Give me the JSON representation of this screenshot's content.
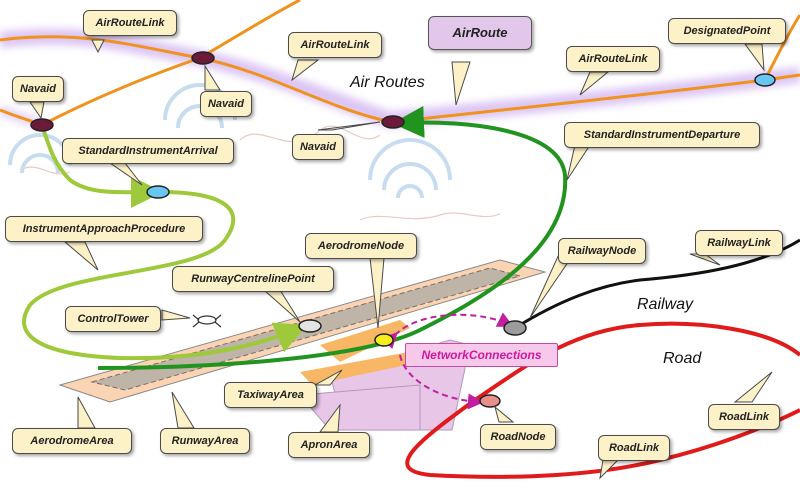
{
  "region_labels": {
    "air_routes": "Air Routes",
    "railway": "Railway",
    "road": "Road"
  },
  "callouts": {
    "airroutelink_1": "AirRouteLink",
    "airroutelink_2": "AirRouteLink",
    "airroutelink_3": "AirRouteLink",
    "airroute": "AirRoute",
    "designatedpoint": "DesignatedPoint",
    "navaid_1": "Navaid",
    "navaid_2": "Navaid",
    "navaid_3": "Navaid",
    "standardinstrumentarrival": "StandardInstrumentArrival",
    "standardinstrumentdeparture": "StandardInstrumentDeparture",
    "instrumentapproachprocedure": "InstrumentApproachProcedure",
    "aerodromenode": "AerodromeNode",
    "runwaycentrelinepoint": "RunwayCentrelinePoint",
    "controltower": "ControlTower",
    "railwaynode": "RailwayNode",
    "railwaylink": "RailwayLink",
    "networkconnections": "NetworkConnections",
    "taxiwayarea": "TaxiwayArea",
    "aerodromearea": "AerodromeArea",
    "runwayarea": "RunwayArea",
    "apronarea": "ApronArea",
    "roadnode": "RoadNode",
    "roadlink_1": "RoadLink",
    "roadlink_2": "RoadLink"
  },
  "colors": {
    "air_route_line": "#f0921e",
    "air_route_glow": "#c9a6ee",
    "arrival_line": "#9dc93a",
    "departure_line": "#21941f",
    "railway_line": "#111111",
    "road_line": "#e11b1b",
    "network_connection": "#c21fa0",
    "navaid_node": "#6b1a3a",
    "designated_point": "#67c7f2",
    "aerodrome_node": "#f4ee1c",
    "railway_node": "#9c9c9c",
    "road_node": "#e8908c",
    "callout_fill": "#fdf1c7"
  }
}
